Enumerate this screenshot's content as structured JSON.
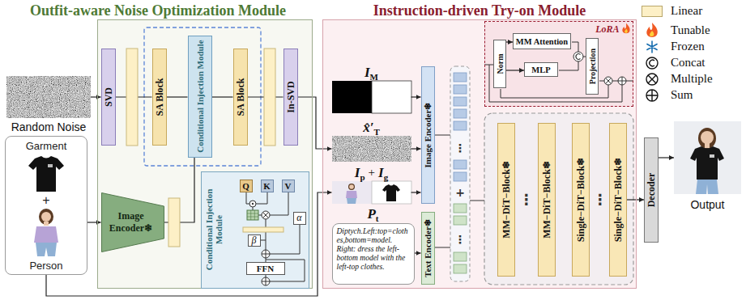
{
  "diagram": {
    "nodes": [
      {
        "text": [
          "Outfit-aware Noise Optimization Module"
        ]
      },
      {
        "text": [
          "Random Noise"
        ]
      },
      {
        "text": [
          "SVD"
        ],
        "in": 0
      },
      {
        "text": [
          "SA Block"
        ],
        "in": 0
      },
      {
        "text": [
          "Conditional Injection Module"
        ],
        "in": 0
      },
      {
        "text": [
          "SA Block"
        ],
        "in": 0
      },
      {
        "text": [
          "In-SVD"
        ],
        "in": 0
      },
      {
        "text": [
          "Garment",
          "+",
          "Person"
        ]
      },
      {
        "text": [
          "Image Encoder❄"
        ],
        "in": 0
      },
      {
        "text": [
          "Conditional Injection Module"
        ],
        "in": 0
      },
      {
        "text": [
          "Q"
        ],
        "in": 9
      },
      {
        "text": [
          "K"
        ],
        "in": 9
      },
      {
        "text": [
          "V"
        ],
        "in": 9
      },
      {
        "text": [
          "α"
        ],
        "in": 9
      },
      {
        "text": [
          "β"
        ],
        "in": 9
      },
      {
        "text": [
          "FFN"
        ],
        "in": 9
      },
      {
        "text": [
          "Instruction-driven Try-on Module"
        ]
      },
      {
        "text": [
          "I",
          "M"
        ],
        "in": 16
      },
      {
        "text": [
          "x̂′",
          "T"
        ],
        "in": 16
      },
      {
        "text": [
          "I",
          "p",
          "+",
          "I",
          "g"
        ],
        "in": 16
      },
      {
        "text": [
          "P",
          "t",
          "Diptych.Left:top=clothes,bottom=model. Right: dress the left-bottom model with the left-top clothes."
        ],
        "in": 16
      },
      {
        "text": [
          "Image Encoder❄"
        ],
        "in": 16
      },
      {
        "text": [
          "Text Encoder❄"
        ],
        "in": 16
      },
      {
        "text": [
          "LoRA"
        ],
        "in": 16
      },
      {
        "text": [
          "Norm"
        ],
        "in": 23
      },
      {
        "text": [
          "MM Attention"
        ],
        "in": 23
      },
      {
        "text": [
          "MLP"
        ],
        "in": 23
      },
      {
        "text": [
          "Projection"
        ],
        "in": 23
      },
      {
        "text": [
          "MM−DiT−Block❄"
        ],
        "in": 16
      },
      {
        "text": [
          "MM−DiT−Block❄"
        ],
        "in": 16
      },
      {
        "text": [
          "Single−DiT−Block❄"
        ],
        "in": 16
      },
      {
        "text": [
          "Single−DiT−Block❄"
        ],
        "in": 16
      },
      {
        "text": [
          "Decoder"
        ]
      },
      {
        "text": [
          "Output"
        ]
      }
    ],
    "edges": [
      {
        "from": 1,
        "to": 2,
        "arrow": "to"
      },
      {
        "from": 2,
        "to": 3,
        "arrow": "none"
      },
      {
        "from": 3,
        "to": 4,
        "arrow": "none"
      },
      {
        "from": 4,
        "to": 5,
        "arrow": "none"
      },
      {
        "from": 5,
        "to": 6,
        "arrow": "none"
      },
      {
        "from": 6,
        "to": 18,
        "arrow": "to"
      },
      {
        "from": 7,
        "to": 8,
        "arrow": "to"
      },
      {
        "from": 8,
        "to": 4,
        "arrow": "none"
      },
      {
        "from": 7,
        "to": 19,
        "arrow": "to"
      },
      {
        "from": 17,
        "to": 21,
        "arrow": "to"
      },
      {
        "from": 18,
        "to": 21,
        "arrow": "to"
      },
      {
        "from": 19,
        "to": 21,
        "arrow": "to"
      },
      {
        "from": 20,
        "to": 22,
        "arrow": "to"
      },
      {
        "from": 24,
        "to": 25,
        "arrow": "to"
      },
      {
        "from": 24,
        "to": 26,
        "arrow": "to"
      },
      {
        "from": 31,
        "to": 32,
        "arrow": "to"
      },
      {
        "from": 32,
        "to": 33,
        "arrow": "to"
      }
    ],
    "labels": [
      "⋮",
      "+",
      "⋮",
      "⋮",
      "⋮"
    ],
    "legend": [
      {
        "text": "Linear",
        "color": "#fdf0c6"
      },
      {
        "text": "Tunable"
      },
      {
        "text": "Frozen"
      },
      {
        "text": "Concat"
      },
      {
        "text": "Multiple"
      },
      {
        "text": "Sum"
      }
    ]
  }
}
